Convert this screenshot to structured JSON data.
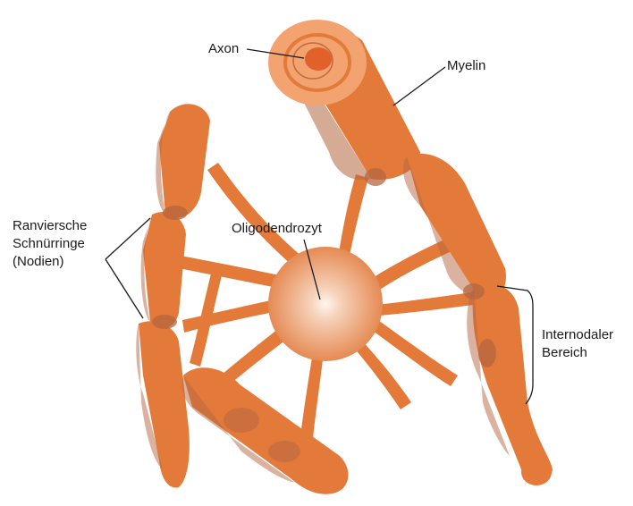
{
  "labels": {
    "axon": "Axon",
    "myelin": "Myelin",
    "oligodendrocyte": "Oligodendrozyt",
    "nodes_line1": "Ranviersche",
    "nodes_line2": "Schnürringe",
    "nodes_line3": "(Nodien)",
    "internode_line1": "Internodaler",
    "internode_line2": "Bereich"
  },
  "colors": {
    "myelin": "#e47a3a",
    "myelin_dark": "#b5663f",
    "myelin_light": "#f3a36f",
    "axon_core": "#e2602a",
    "cell_body_center": "#fff4ec",
    "cell_body_edge": "#e9966a",
    "lines": "#1a1a1a"
  }
}
